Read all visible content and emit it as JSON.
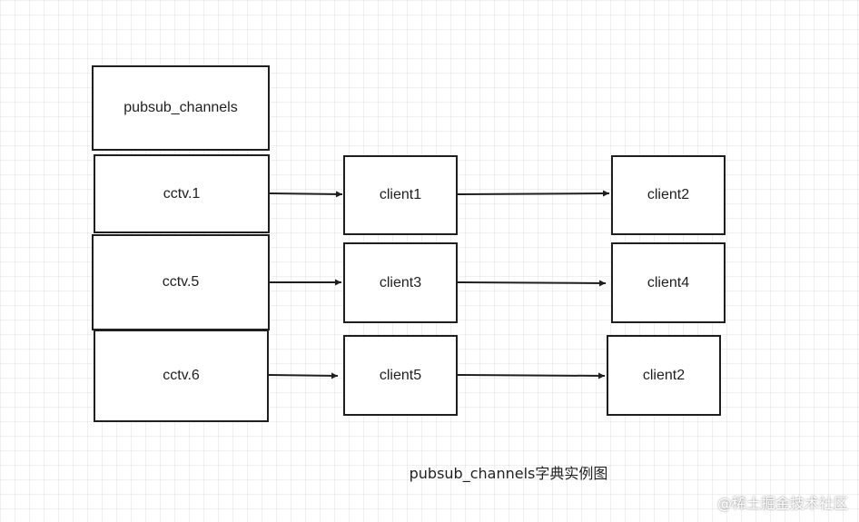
{
  "diagram": {
    "header_label": "pubsub_channels",
    "channels": [
      {
        "name": "cctv.1",
        "clients": [
          "client1",
          "client2"
        ]
      },
      {
        "name": "cctv.5",
        "clients": [
          "client3",
          "client4"
        ]
      },
      {
        "name": "cctv.6",
        "clients": [
          "client5",
          "client2"
        ]
      }
    ],
    "caption": "pubsub_channels字典实例图"
  },
  "watermark": "@稀土掘金技术社区",
  "colors": {
    "stroke": "#1f1f1f",
    "background": "#ffffff",
    "grid": "#ebebeb"
  }
}
